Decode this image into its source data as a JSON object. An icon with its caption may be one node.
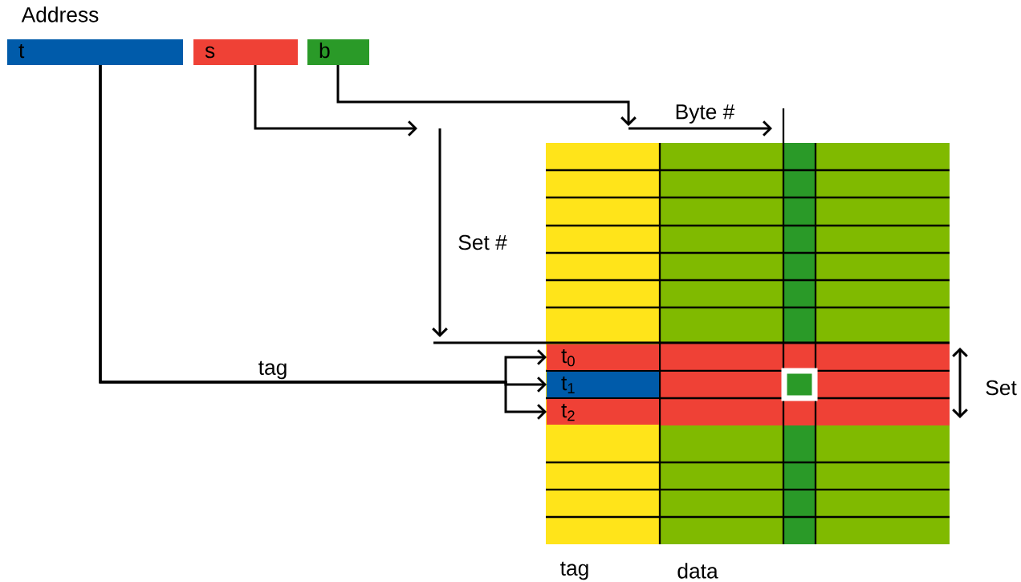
{
  "diagram": {
    "nodes": [
      {
        "text": [
          "t"
        ]
      },
      {
        "text": [
          "s"
        ]
      },
      {
        "text": [
          "b"
        ]
      },
      {
        "text": [
          "t$_{0}$"
        ]
      },
      {
        "text": [
          "t$_{1}$"
        ]
      },
      {
        "text": [
          "t$_{2}$"
        ]
      }
    ],
    "edges": [
      {
        "from": 0,
        "to": 3,
        "arrow": "to"
      },
      {
        "from": 0,
        "to": 4,
        "arrow": "to",
        "label": "tag"
      },
      {
        "from": 0,
        "to": 5,
        "arrow": "to"
      },
      {
        "from": 1,
        "to": null,
        "arrow": "to"
      },
      {
        "from": 2,
        "to": null,
        "arrow": "to"
      }
    ],
    "labels": [
      "Address",
      "Byte #",
      "Set #",
      "Set",
      "tag",
      "data"
    ]
  }
}
